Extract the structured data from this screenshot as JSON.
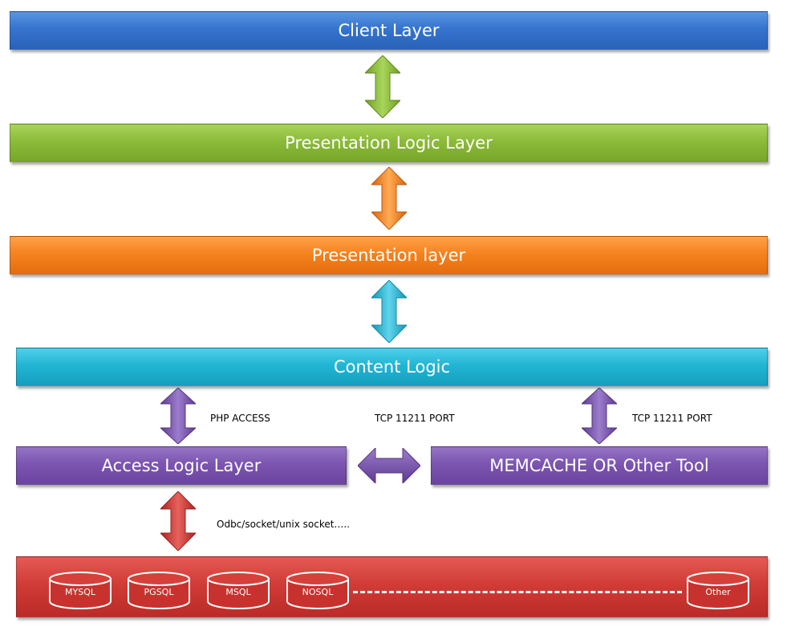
{
  "layers": {
    "client": "Client Layer",
    "presentation_logic": "Presentation Logic Layer",
    "presentation": "Presentation layer",
    "content_logic": "Content Logic",
    "access_logic": "Access Logic Layer",
    "memcache": "MEMCACHE OR Other Tool"
  },
  "labels": {
    "php_access": "PHP ACCESS",
    "tcp_middle": "TCP 11211 PORT",
    "tcp_right": "TCP 11211 PORT",
    "odbc": "Odbc/socket/unix socket….."
  },
  "databases": [
    "MYSQL",
    "PGSQL",
    "MSQL",
    "NOSQL",
    "Other"
  ],
  "colors": {
    "client": "#3574cf",
    "presentation_logic": "#8cbb3a",
    "presentation": "#f5831f",
    "content_logic": "#22b6d4",
    "access": "#7b55b0",
    "storage": "#d13c37"
  }
}
